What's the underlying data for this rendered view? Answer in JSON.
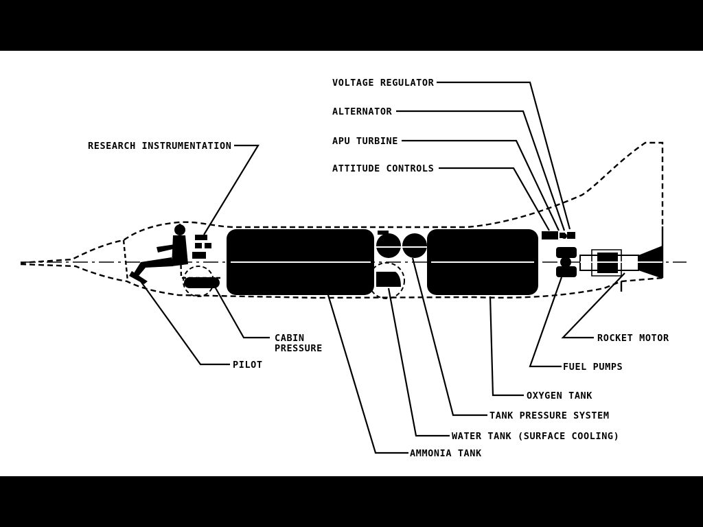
{
  "labels": {
    "voltage_regulator": "VOLTAGE REGULATOR",
    "alternator": "ALTERNATOR",
    "apu_turbine": "APU TURBINE",
    "attitude_controls": "ATTITUDE CONTROLS",
    "research_instrumentation": "RESEARCH INSTRUMENTATION",
    "cabin_pressure_1": "CABIN",
    "cabin_pressure_2": "PRESSURE",
    "pilot": "PILOT",
    "rocket_motor": "ROCKET MOTOR",
    "fuel_pumps": "FUEL PUMPS",
    "oxygen_tank": "OXYGEN TANK",
    "tank_pressure_system": "TANK PRESSURE SYSTEM",
    "water_tank": "WATER TANK (SURFACE COOLING)",
    "ammonia_tank": "AMMONIA TANK"
  },
  "colors": {
    "ink": "#000000",
    "paper": "#ffffff",
    "letterbox": "#000000"
  }
}
